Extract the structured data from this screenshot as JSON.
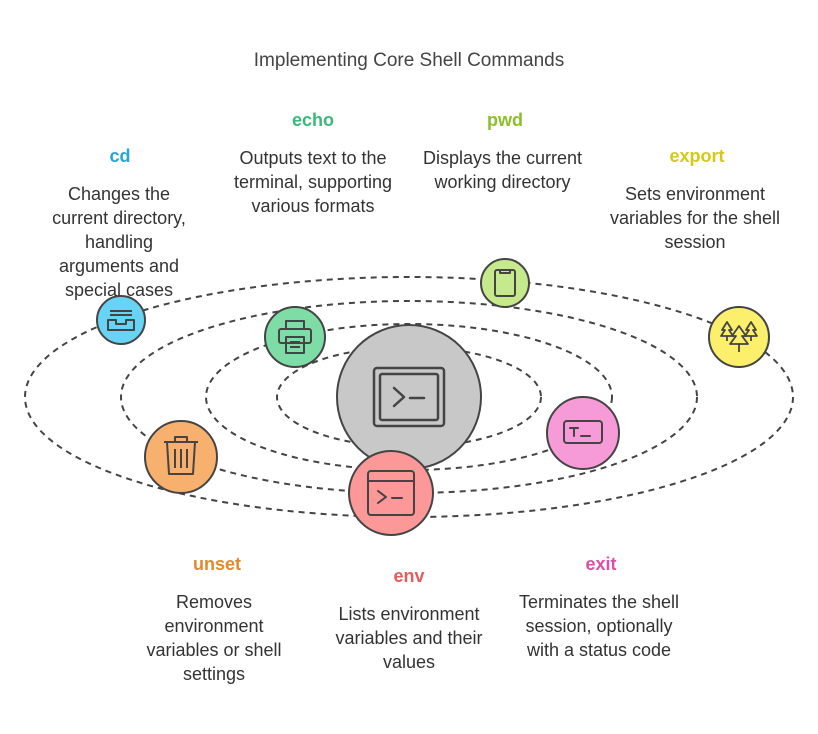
{
  "title": "Implementing Core Shell Commands",
  "center": {
    "icon": "terminal-icon"
  },
  "commands": [
    {
      "name": "cd",
      "color": "#1fa8d8",
      "fill": "#67d4f6",
      "icon": "inbox-tray-icon",
      "description": "Changes the current directory, handling arguments and special cases"
    },
    {
      "name": "echo",
      "color": "#3cb87a",
      "fill": "#7edca6",
      "icon": "printer-icon",
      "description": "Outputs text to the terminal, supporting various formats"
    },
    {
      "name": "pwd",
      "color": "#8cbe2a",
      "fill": "#c5e98b",
      "icon": "clipboard-icon",
      "description": "Displays the current working directory"
    },
    {
      "name": "export",
      "color": "#d6c915",
      "fill": "#fbef6c",
      "icon": "trees-icon",
      "description": "Sets environment variables for the shell session"
    },
    {
      "name": "unset",
      "color": "#e08a2a",
      "fill": "#f8b06e",
      "icon": "trash-icon",
      "description": "Removes environment variables or shell settings"
    },
    {
      "name": "env",
      "color": "#e65b5b",
      "fill": "#fc9898",
      "icon": "terminal-window-icon",
      "description": "Lists environment variables and their values"
    },
    {
      "name": "exit",
      "color": "#dc4fa8",
      "fill": "#f79bd8",
      "icon": "terminal-prompt-icon",
      "description": "Terminates the shell session, optionally with a status code"
    }
  ]
}
